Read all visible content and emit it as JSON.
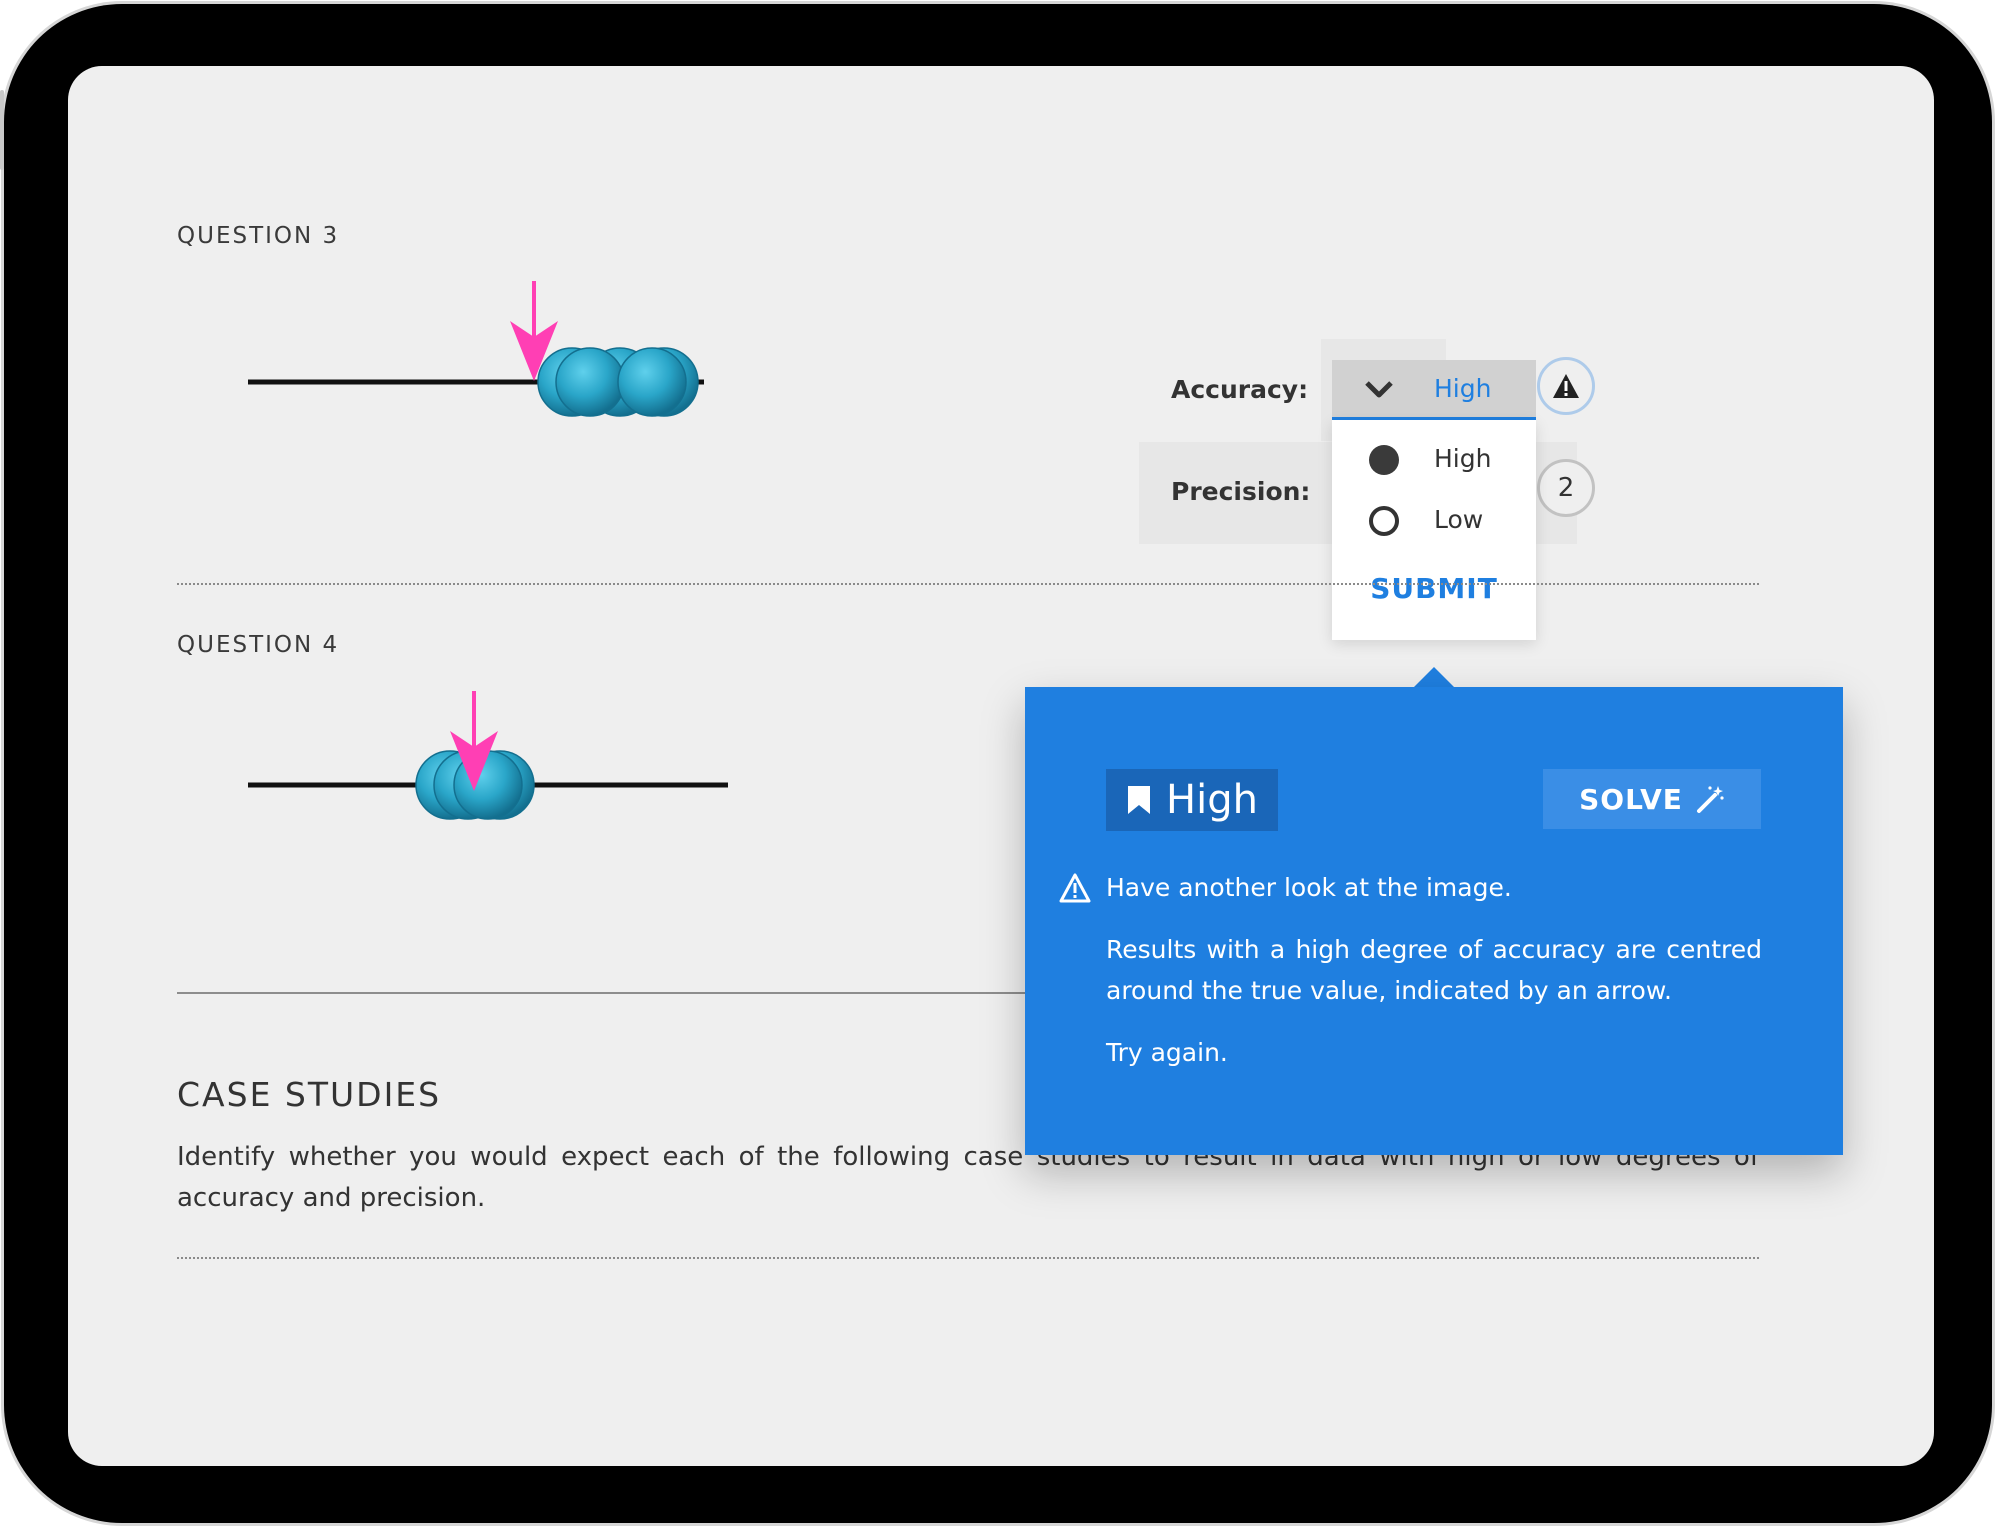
{
  "colors": {
    "accent": "#1f7fe0",
    "marker": "#ff3fb4",
    "bead": "#2aa6c9",
    "popover": "#1f7fe0"
  },
  "questions": [
    {
      "label": "QUESTION 3"
    },
    {
      "label": "QUESTION 4"
    }
  ],
  "form": {
    "accuracy_label": "Accuracy:",
    "precision_label": "Precision:",
    "accuracy_value": "High",
    "precision_badge": "2",
    "warning_icon": "warning-triangle-icon"
  },
  "dropdown": {
    "options": [
      {
        "label": "High",
        "selected": true
      },
      {
        "label": "Low",
        "selected": false
      }
    ],
    "submit_label": "SUBMIT"
  },
  "feedback": {
    "tag_label": "High",
    "tag_icon": "bookmark-icon",
    "solve_label": "SOLVE",
    "solve_icon": "magic-wand-icon",
    "message": "Have another look at the image.",
    "explanation": "Results with a high degree of accuracy are centred around the true value, indicated by an arrow.",
    "retry": "Try again."
  },
  "case_studies": {
    "title": "CASE STUDIES",
    "text": "Identify whether you would expect each of the following case studies to result in data with high or low degrees of accuracy and precision."
  }
}
